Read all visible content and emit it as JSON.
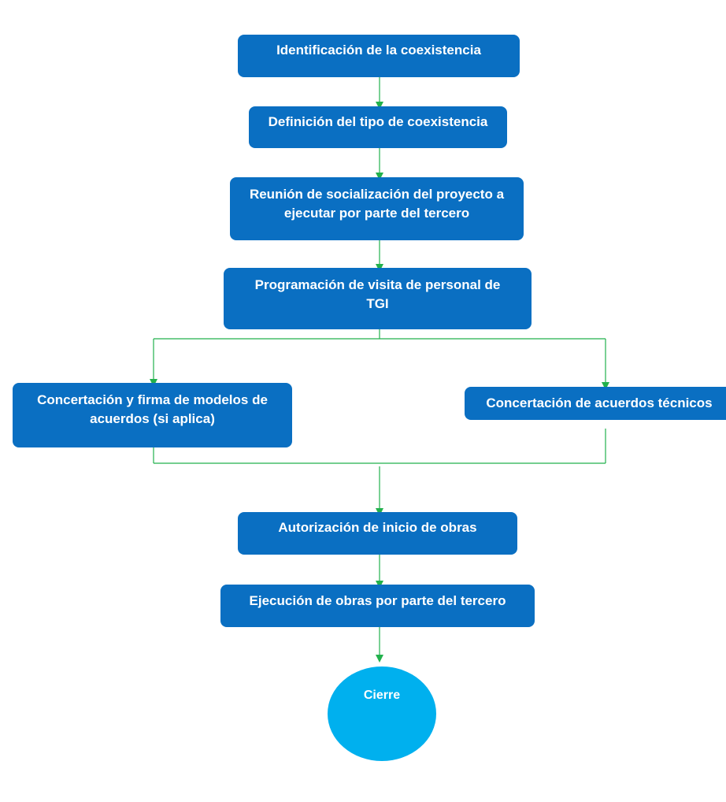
{
  "flowchart": {
    "steps": [
      "Identificación de la coexistencia",
      "Definición del tipo de coexistencia",
      "Reunión de socialización del proyecto a ejecutar por parte del tercero",
      "Programación de visita de personal de TGI",
      "Concertación y firma de modelos de acuerdos (si aplica)",
      "Concertación de acuerdos técnicos",
      "Autorización de inicio de obras",
      "Ejecución de obras por parte del tercero"
    ],
    "end": "Cierre"
  },
  "colors": {
    "box": "#0a6fc2",
    "terminal": "#00b0ee",
    "connector": "#22b14c"
  }
}
